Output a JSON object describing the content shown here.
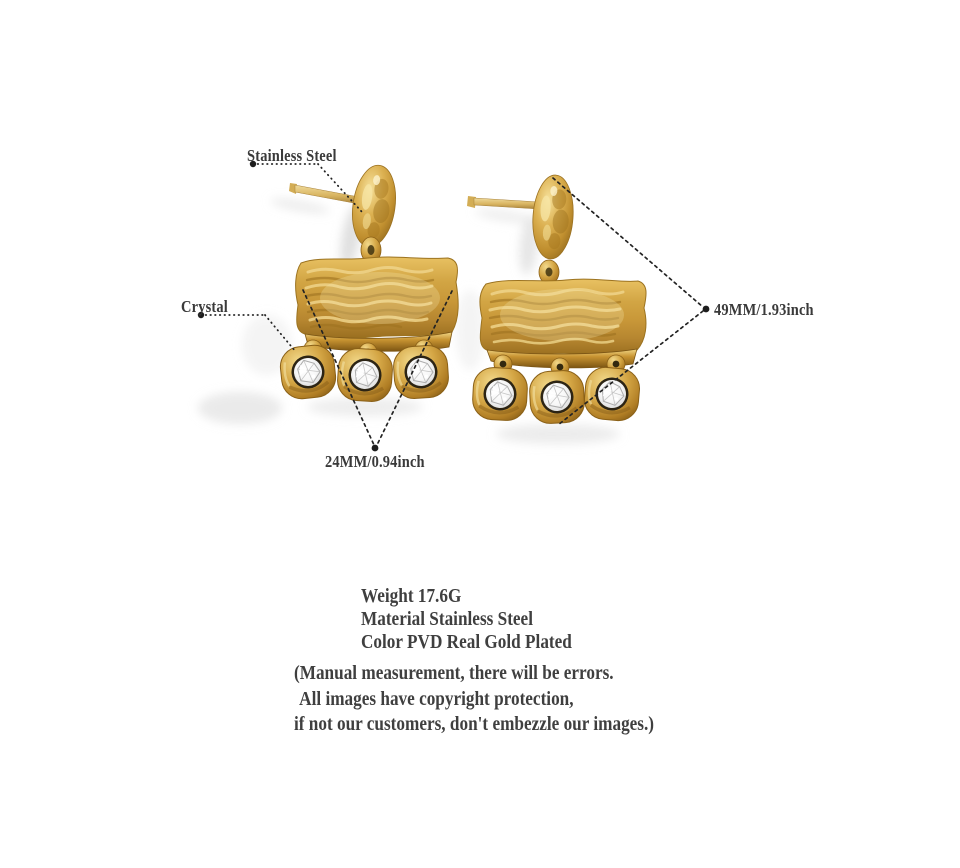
{
  "canvas": {
    "background": "#ffffff"
  },
  "callouts": {
    "stainless_steel": "Stainless Steel",
    "crystal": "Crystal",
    "length": "49MM/1.93inch",
    "width": "24MM/0.94inch"
  },
  "specs": {
    "weight": "Weight 17.6G",
    "material": "Material Stainless Steel",
    "color": "Color PVD Real Gold Plated"
  },
  "disclaimer": {
    "line1": "(Manual measurement, there will be errors.",
    "line2": "All images have copyright protection,",
    "line3": "if not our customers, don't embezzle our images.)"
  },
  "colors": {
    "gold": "#c9973a",
    "gold_light": "#eed489",
    "gold_dark": "#8a6017",
    "crystal": "#f5f5f5",
    "text": "#3f3f3f",
    "callout_line": "#232323"
  }
}
